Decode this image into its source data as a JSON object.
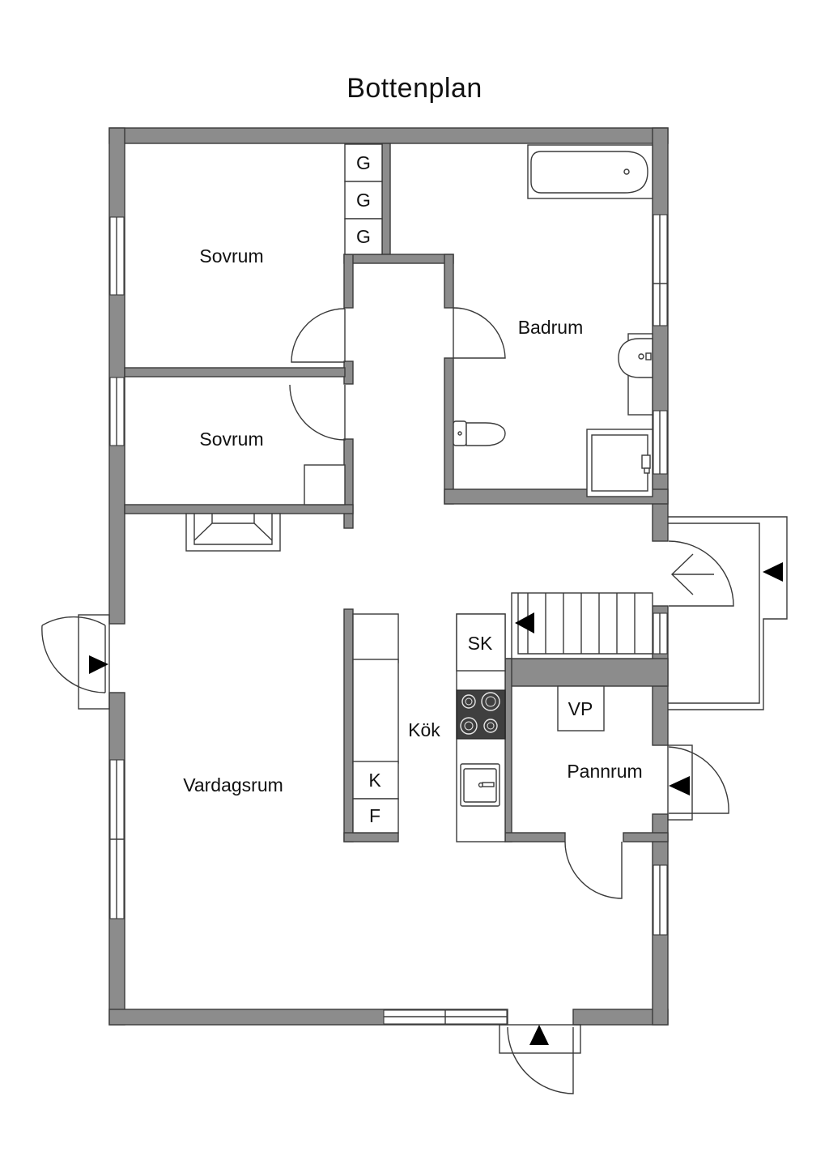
{
  "title": "Bottenplan",
  "rooms": {
    "bedroom_1": "Sovrum",
    "bedroom_2": "Sovrum",
    "bathroom": "Badrum",
    "kitchen": "Kök",
    "living_room": "Vardagsrum",
    "boiler_room": "Pannrum"
  },
  "fixtures": {
    "wardrobe_1": "G",
    "wardrobe_2": "G",
    "wardrobe_3": "G",
    "cabinet": "SK",
    "water_heater": "VP",
    "fridge": "K",
    "freezer": "F"
  },
  "colors": {
    "wall": "#8c8c8c",
    "line": "#3a3a3a",
    "arrow": "#000000"
  },
  "icons": [
    "door-swing-icon",
    "entry-arrow-icon",
    "bathtub-icon",
    "toilet-icon",
    "washbasin-icon",
    "shower-icon",
    "stove-icon",
    "sink-icon",
    "stair-icon",
    "fireplace-icon"
  ]
}
